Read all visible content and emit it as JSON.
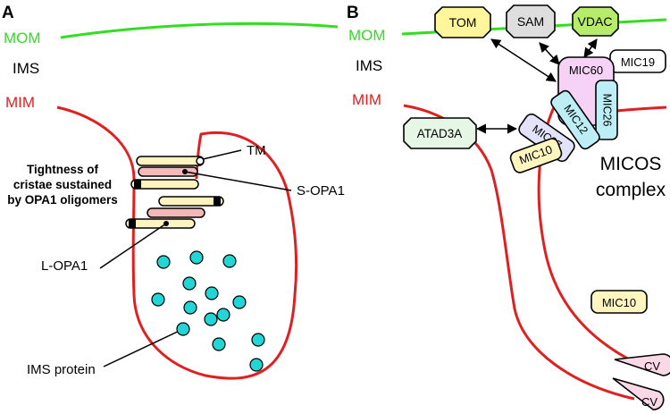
{
  "colors": {
    "mom": "#33dd22",
    "mim": "#e02020",
    "ims_protein": "#22d6d6",
    "tom_fill": "#fff59a",
    "sam_fill": "#dedede",
    "vdac_fill": "#b6ec6a",
    "mic60_fill": "#f6d2f6",
    "mic12_fill": "#bdeef6",
    "mic26_fill": "#bdeef6",
    "mic27_fill": "#e2e2f8",
    "mic10_fill": "#fff6bf",
    "atad3a_fill": "#e6f7e6",
    "cv_fill": "#fbd8e6",
    "opa1_long_fill": "#fff3c0",
    "opa1_short_fill": "#f4b8b8"
  },
  "panel_a": {
    "letter": "A",
    "mom": "MOM",
    "ims": "IMS",
    "mim": "MIM",
    "tm": "TM",
    "tightness": [
      "Tightness of",
      "cristae sustained",
      "by OPA1 oligomers"
    ],
    "s_opa1": "S-OPA1",
    "l_opa1": "L-OPA1",
    "ims_protein": "IMS protein"
  },
  "panel_b": {
    "letter": "B",
    "mom": "MOM",
    "ims": "IMS",
    "mim": "MIM",
    "tom": "TOM",
    "sam": "SAM",
    "vdac": "VDAC",
    "mic60": "MIC60",
    "mic19": "MIC19",
    "mic26": "MIC26",
    "mic12": "MIC12",
    "mic27": "MIC27",
    "mic10_upper": "MIC10",
    "mic10_lower": "MIC10",
    "atad3a": "ATAD3A",
    "micos": [
      "MICOS",
      "complex"
    ],
    "cv_upper": "CV",
    "cv_lower": "CV"
  }
}
